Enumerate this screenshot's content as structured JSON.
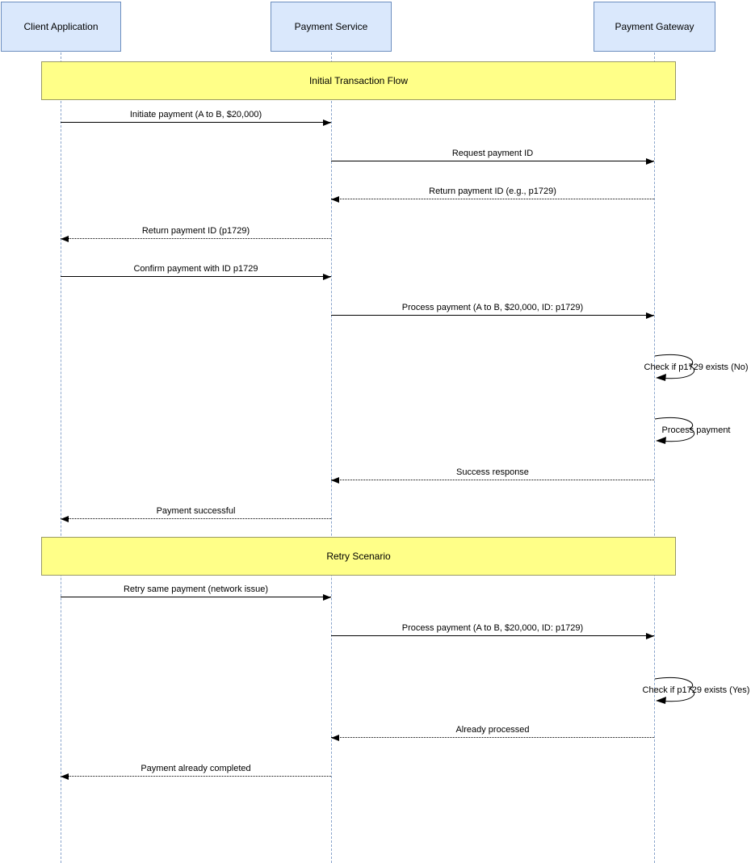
{
  "diagram_title": "Payment idempotency sequence diagram",
  "colors": {
    "actor_fill": "#dae8fc",
    "actor_border": "#6c8ebf",
    "band_fill": "#ffff88",
    "band_border": "#999966",
    "lifeline": "#6c8ebf",
    "arrow": "#000000"
  },
  "actors": [
    {
      "id": "client",
      "label": "Client Application"
    },
    {
      "id": "service",
      "label": "Payment Service"
    },
    {
      "id": "gateway",
      "label": "Payment Gateway"
    }
  ],
  "bands": [
    {
      "label": "Initial Transaction Flow"
    },
    {
      "label": "Retry Scenario"
    }
  ],
  "messages": [
    {
      "label": "Initiate payment (A to B, $20,000)",
      "from": "client",
      "to": "service",
      "line": "solid"
    },
    {
      "label": "Request payment ID",
      "from": "service",
      "to": "gateway",
      "line": "solid"
    },
    {
      "label": "Return payment ID (e.g., p1729)",
      "from": "gateway",
      "to": "service",
      "line": "dotted"
    },
    {
      "label": "Return payment ID (p1729)",
      "from": "service",
      "to": "client",
      "line": "dotted"
    },
    {
      "label": "Confirm payment with ID p1729",
      "from": "client",
      "to": "service",
      "line": "solid"
    },
    {
      "label": "Process payment (A to B, $20,000, ID: p1729)",
      "from": "service",
      "to": "gateway",
      "line": "solid"
    },
    {
      "label": "Check if p1729 exists (No)",
      "from": "gateway",
      "to": "gateway",
      "line": "solid"
    },
    {
      "label": "Process payment",
      "from": "gateway",
      "to": "gateway",
      "line": "solid"
    },
    {
      "label": "Success response",
      "from": "gateway",
      "to": "service",
      "line": "dotted"
    },
    {
      "label": "Payment successful",
      "from": "service",
      "to": "client",
      "line": "dotted"
    },
    {
      "label": "Retry same payment (network issue)",
      "from": "client",
      "to": "service",
      "line": "solid"
    },
    {
      "label": "Process payment (A to B, $20,000, ID: p1729)",
      "from": "service",
      "to": "gateway",
      "line": "solid"
    },
    {
      "label": "Check if p1729 exists (Yes)",
      "from": "gateway",
      "to": "gateway",
      "line": "solid"
    },
    {
      "label": "Already processed",
      "from": "gateway",
      "to": "service",
      "line": "dotted"
    },
    {
      "label": "Payment already completed",
      "from": "service",
      "to": "client",
      "line": "dotted"
    }
  ]
}
